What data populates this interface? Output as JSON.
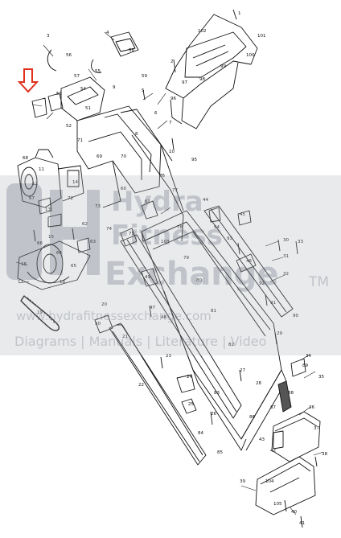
{
  "diagram": {
    "watermark": {
      "line1": "Hydra",
      "line2": "Fitness",
      "line3": "Exchange",
      "tm": "TM",
      "url": "www.hydrafitnessexchange.com",
      "tagline": "Diagrams | Manuals | Literature | Video",
      "color": "#9aa0a8"
    },
    "pointer_arrow": {
      "color": "#e0301e",
      "name": "red-pointer-arrow"
    },
    "callouts": [
      "1",
      "2",
      "3",
      "4",
      "5",
      "6",
      "7",
      "8",
      "9",
      "10",
      "11",
      "12",
      "13",
      "14",
      "15",
      "16",
      "17",
      "18",
      "19",
      "20",
      "21",
      "22",
      "23",
      "24",
      "25",
      "26",
      "27",
      "28",
      "29",
      "30",
      "31",
      "32",
      "33",
      "34",
      "35",
      "36",
      "37",
      "38",
      "39",
      "40",
      "41",
      "42",
      "43",
      "44",
      "45",
      "46",
      "47",
      "48",
      "49",
      "50",
      "51",
      "52",
      "53",
      "54",
      "55",
      "56",
      "57",
      "58",
      "59",
      "60",
      "61",
      "62",
      "63",
      "64",
      "65",
      "66",
      "67",
      "68",
      "69",
      "70",
      "71",
      "72",
      "73",
      "74",
      "75",
      "76",
      "77",
      "78",
      "79",
      "80",
      "81",
      "82",
      "83",
      "84",
      "85",
      "86",
      "87",
      "88",
      "89",
      "90",
      "91",
      "92",
      "93",
      "94",
      "95",
      "96",
      "97",
      "98",
      "99",
      "100",
      "101",
      "102",
      "103",
      "104",
      "105"
    ]
  }
}
